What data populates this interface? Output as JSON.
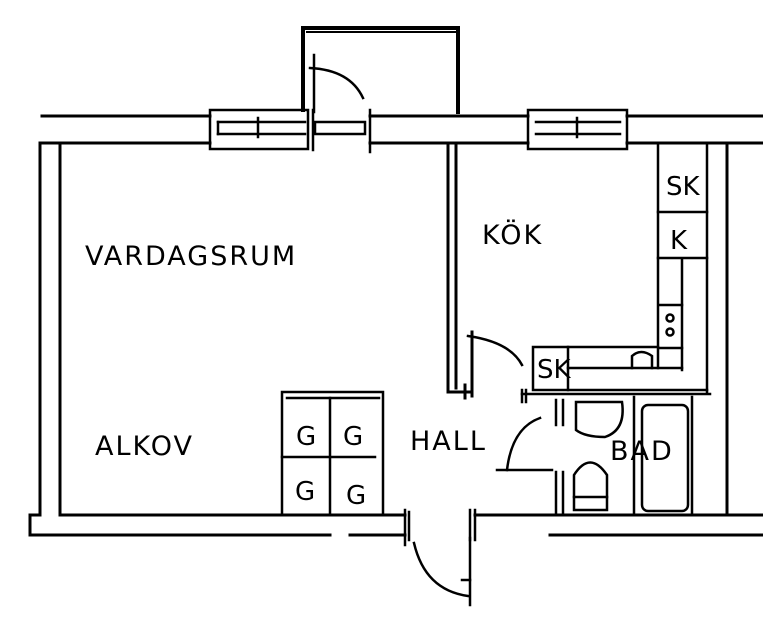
{
  "plan": {
    "rooms": {
      "living": "VARDAGSRUM",
      "kitchen": "KÖK",
      "alcove": "ALKOV",
      "hall": "HALL",
      "bath": "BAD"
    },
    "fixtures": {
      "kitchen_cabinet_top": "SK",
      "kitchen_fridge": "K",
      "kitchen_cabinet_bottom": "SK",
      "wardrobes": [
        "G",
        "G",
        "G",
        "G"
      ]
    },
    "line_color": "#000000"
  }
}
